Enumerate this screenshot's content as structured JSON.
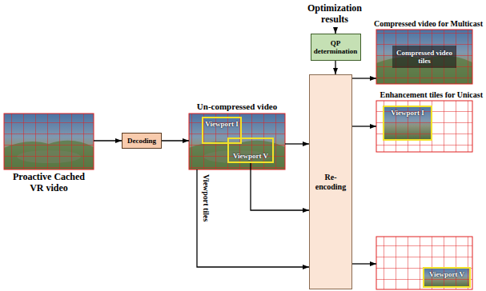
{
  "diagram": {
    "nodes": [
      {
        "text": [
          "Optimization results"
        ]
      },
      {
        "text": [
          "QP determination"
        ]
      },
      {
        "text": [
          "Proactive Cached VR video"
        ]
      },
      {
        "text": [
          "Decoding"
        ]
      },
      {
        "text": [
          "Un-compressed video"
        ]
      },
      {
        "text": [
          "Viewport I"
        ],
        "in": 4
      },
      {
        "text": [
          "Viewport V"
        ],
        "in": 4
      },
      {
        "text": [
          "Re-encoding"
        ]
      },
      {
        "text": [
          "Compressed video for Multicast",
          "Compressed video tiles"
        ]
      },
      {
        "text": [
          "Enhancement tiles for Unicast",
          "Viewport I"
        ]
      },
      {
        "text": [
          "Viewport V"
        ]
      }
    ],
    "edges": [
      {
        "from": 0,
        "to": 1,
        "arrow": "to"
      },
      {
        "from": 1,
        "to": 7,
        "arrow": "to"
      },
      {
        "from": 2,
        "to": 3,
        "arrow": "to"
      },
      {
        "from": 3,
        "to": 4,
        "arrow": "to"
      },
      {
        "from": 4,
        "to": 7,
        "arrow": "to"
      },
      {
        "from": 6,
        "to": 7,
        "arrow": "to"
      },
      {
        "from": 4,
        "to": 7,
        "label": "Viewport tiles",
        "arrow": "to"
      },
      {
        "from": 7,
        "to": 8,
        "arrow": "to"
      },
      {
        "from": 7,
        "to": 9,
        "arrow": "to"
      },
      {
        "from": 7,
        "to": 10,
        "arrow": "to"
      }
    ]
  }
}
